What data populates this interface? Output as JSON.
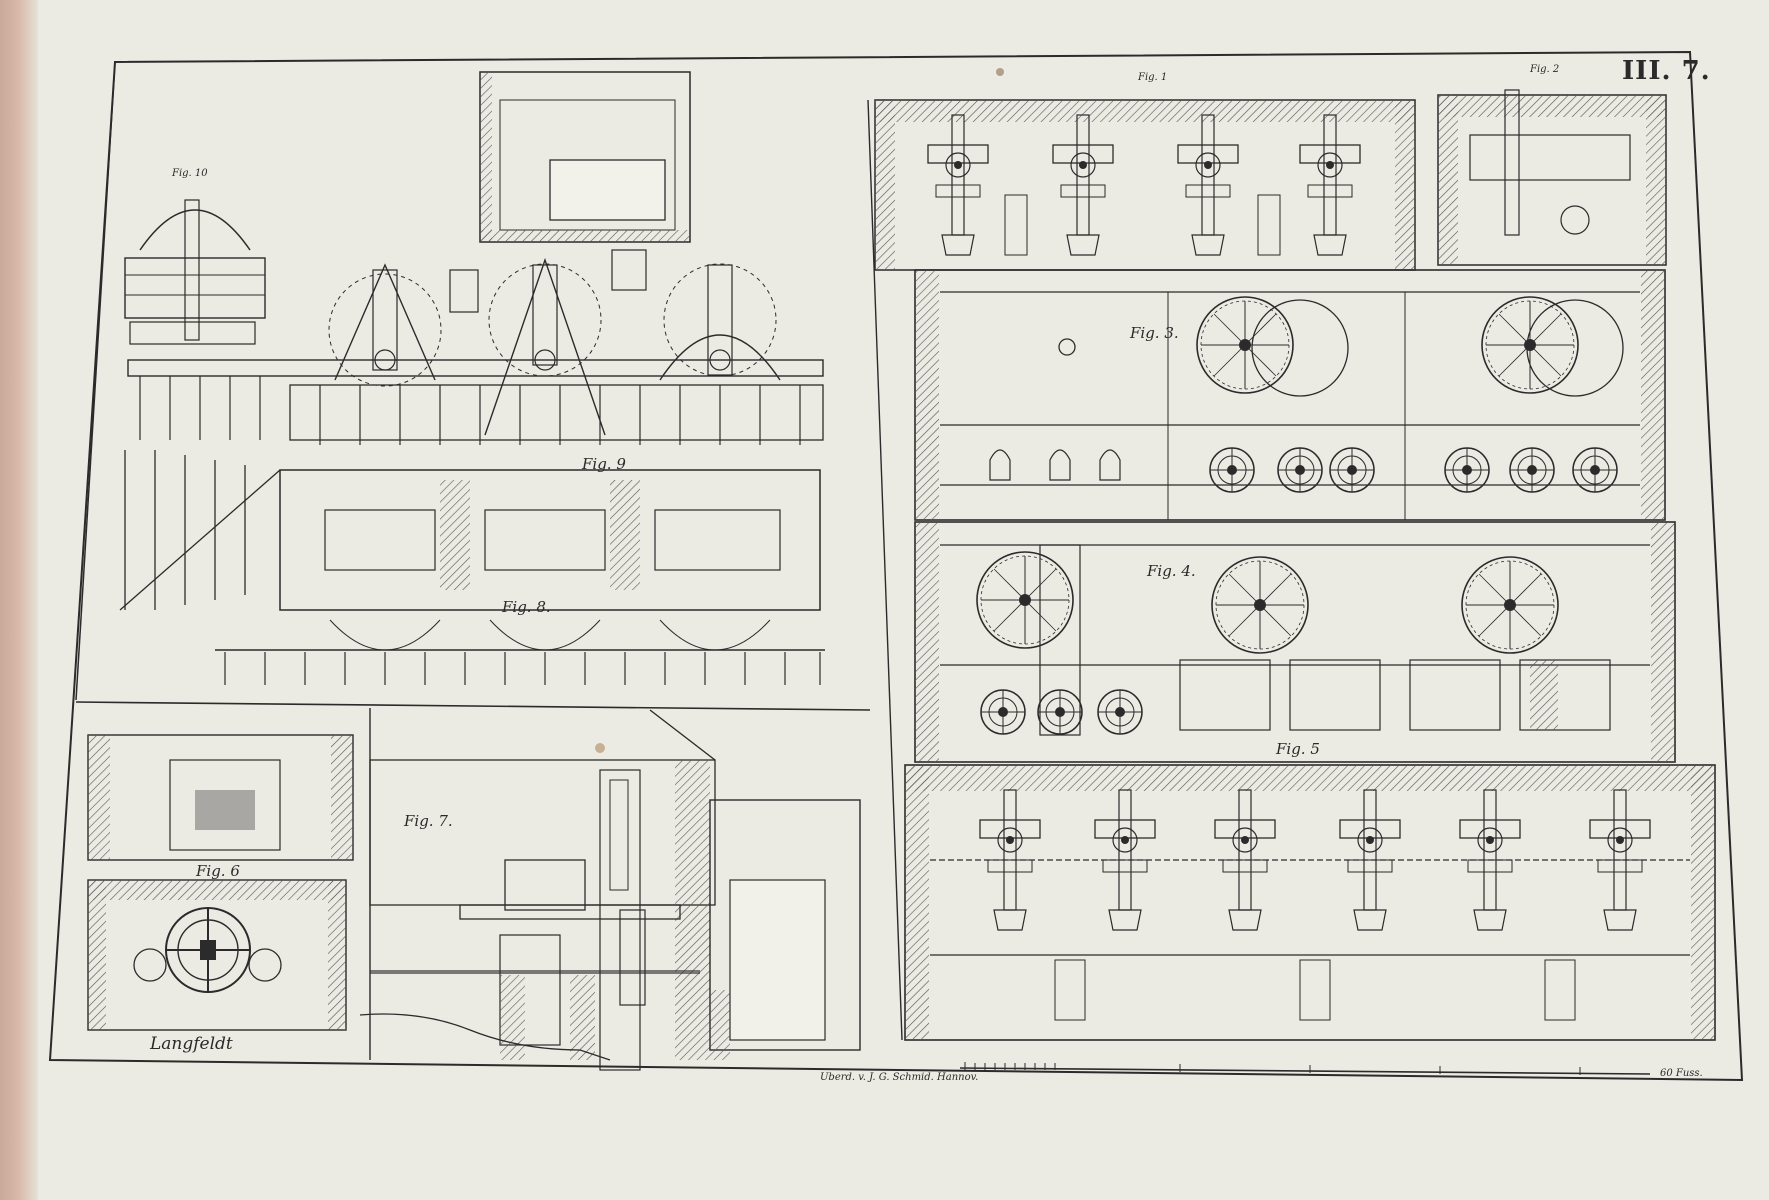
{
  "plate": {
    "number": "III. 7."
  },
  "figures": {
    "fig1": "Fig. 1",
    "fig2": "Fig. 2",
    "fig3": "Fig. 3.",
    "fig4": "Fig. 4.",
    "fig5": "Fig. 5",
    "fig6": "Fig. 6",
    "fig7": "Fig. 7.",
    "fig8": "Fig. 8.",
    "fig9": "Fig. 9",
    "fig10": "Fig. 10"
  },
  "credits": {
    "draughtsman": "Langfeldt",
    "engraver": "Uberd. v. J. G. Schmid. Hannov.",
    "scale": "60 Fuss."
  },
  "colors": {
    "ink": "#2b2b2b",
    "paper": "#ebeae3",
    "hatch": "#555555"
  }
}
